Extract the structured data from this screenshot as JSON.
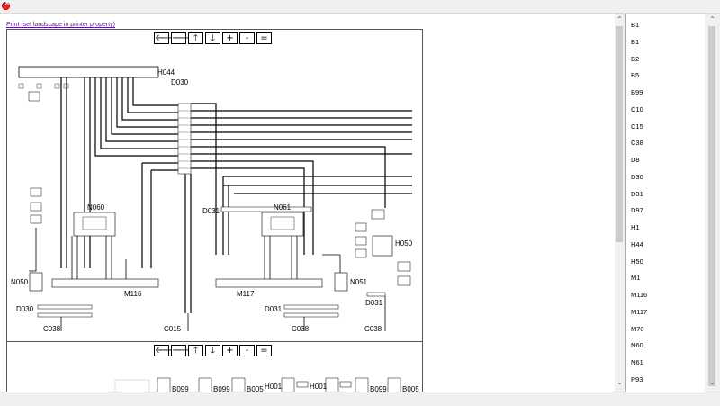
{
  "window": {
    "close_icon": "close-icon",
    "accent": "#e22222"
  },
  "print_link": "Print (set landscape in printer property)",
  "toolbar": {
    "buttons": [
      {
        "name": "pan-left-button",
        "icon": "arrow-left-icon",
        "glyph": "🡐"
      },
      {
        "name": "pan-right-button",
        "icon": "arrow-right-icon",
        "glyph": "🡒"
      },
      {
        "name": "pan-up-button",
        "icon": "arrow-up-icon",
        "glyph": "🡑"
      },
      {
        "name": "pan-down-button",
        "icon": "arrow-down-icon",
        "glyph": "🡓"
      },
      {
        "name": "zoom-in-button",
        "icon": "plus-icon",
        "glyph": "+"
      },
      {
        "name": "zoom-out-button",
        "icon": "minus-icon",
        "glyph": "-"
      },
      {
        "name": "reset-view-button",
        "icon": "equals-icon",
        "glyph": "="
      }
    ]
  },
  "diagram1": {
    "labels": {
      "h044": "H044",
      "d030_top": "D030",
      "n060": "N060",
      "n061": "N061",
      "n050": "N050",
      "n051": "N051",
      "m116": "M116",
      "m117": "M117",
      "h050": "H050",
      "d031_mid": "D031",
      "d031_lower": "D031",
      "d031_right": "D031",
      "d030_lower": "D030",
      "c038_a": "C038",
      "c038_b": "C038",
      "c038_c": "C038",
      "c015": "C015"
    }
  },
  "diagram2": {
    "labels": [
      "B099",
      "B099",
      "B005",
      "H001",
      "H001",
      "B099",
      "B005"
    ]
  },
  "sidebar": {
    "items": [
      "B1",
      "B1",
      "B2",
      "B5",
      "B99",
      "C10",
      "C15",
      "C38",
      "D8",
      "D30",
      "D31",
      "D97",
      "H1",
      "H44",
      "H50",
      "M1",
      "M116",
      "M117",
      "M70",
      "N60",
      "N61",
      "P93"
    ]
  }
}
